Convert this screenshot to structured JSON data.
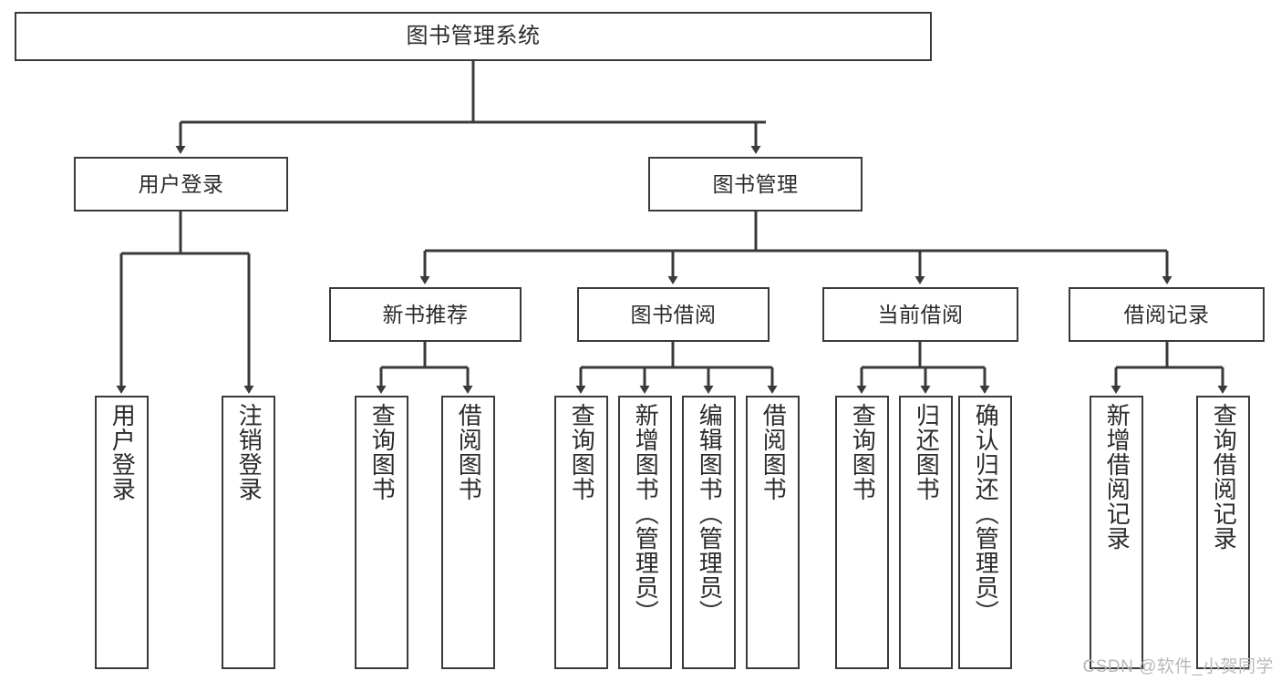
{
  "diagram": {
    "title": "图书管理系统",
    "type": "hierarchy-tree",
    "root": {
      "id": "root",
      "label": "图书管理系统"
    },
    "level2": [
      {
        "id": "user-login",
        "label": "用户登录"
      },
      {
        "id": "book-management",
        "label": "图书管理"
      }
    ],
    "level3": [
      {
        "id": "new-book-recommend",
        "label": "新书推荐",
        "parent": "book-management"
      },
      {
        "id": "book-borrow",
        "label": "图书借阅",
        "parent": "book-management"
      },
      {
        "id": "current-borrow",
        "label": "当前借阅",
        "parent": "book-management"
      },
      {
        "id": "borrow-record",
        "label": "借阅记录",
        "parent": "book-management"
      }
    ],
    "leaves": [
      {
        "id": "leaf-user-login",
        "label": "用户登录",
        "parent": "user-login"
      },
      {
        "id": "leaf-logout",
        "label": "注销登录",
        "parent": "user-login"
      },
      {
        "id": "leaf-query-book-1",
        "label": "查询图书",
        "parent": "new-book-recommend"
      },
      {
        "id": "leaf-borrow-book-1",
        "label": "借阅图书",
        "parent": "new-book-recommend"
      },
      {
        "id": "leaf-query-book-2",
        "label": "查询图书",
        "parent": "book-borrow"
      },
      {
        "id": "leaf-add-book",
        "label": "新增图书（管理员）",
        "parent": "book-borrow"
      },
      {
        "id": "leaf-edit-book",
        "label": "编辑图书（管理员）",
        "parent": "book-borrow"
      },
      {
        "id": "leaf-borrow-book-2",
        "label": "借阅图书",
        "parent": "book-borrow"
      },
      {
        "id": "leaf-query-book-3",
        "label": "查询图书",
        "parent": "current-borrow"
      },
      {
        "id": "leaf-return-book",
        "label": "归还图书",
        "parent": "current-borrow"
      },
      {
        "id": "leaf-confirm-return",
        "label": "确认归还（管理员）",
        "parent": "current-borrow"
      },
      {
        "id": "leaf-add-record",
        "label": "新增借阅记录",
        "parent": "borrow-record"
      },
      {
        "id": "leaf-query-record",
        "label": "查询借阅记录",
        "parent": "borrow-record"
      }
    ]
  },
  "watermark": {
    "text": "CSDN @软件_小贺同学"
  },
  "colors": {
    "border": "#3a3a3a",
    "text": "#2b2b2b",
    "background": "#ffffff",
    "watermark": "#b9b9b9"
  }
}
